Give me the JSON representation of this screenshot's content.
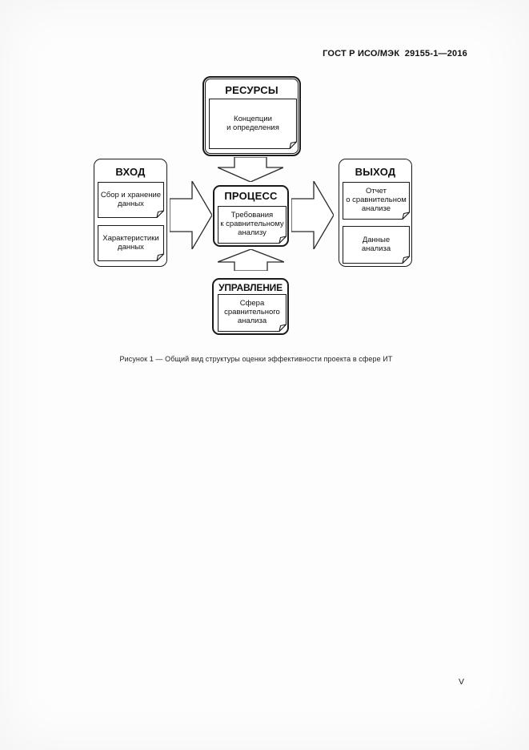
{
  "header": {
    "doc_code": "ГОСТ Р ИСО/МЭК  29155-1—2016"
  },
  "figure": {
    "blocks": {
      "resources": {
        "title": "РЕСУРСЫ",
        "note": "Концепции\nи определения"
      },
      "input": {
        "title": "ВХОД",
        "note1": "Сбор и хранение\nданных",
        "note2": "Характеристики\nданных"
      },
      "process": {
        "title": "ПРОЦЕСС",
        "note": "Требования\nк сравнительному\nанализу"
      },
      "output": {
        "title": "ВЫХОД",
        "note1": "Отчет\nо сравнительном\nанализе",
        "note2": "Данные\nанализа"
      },
      "control": {
        "title": "УПРАВЛЕНИЕ",
        "note": "Сфера\nсравнительного\nанализа"
      }
    },
    "caption": "Рисунок 1 — Общий вид структуры оценки эффективности проекта в сфере ИТ"
  },
  "footer": {
    "page_number": "V"
  },
  "colors": {
    "ink": "#1a1a1a",
    "paper": "#fdfdfd"
  }
}
